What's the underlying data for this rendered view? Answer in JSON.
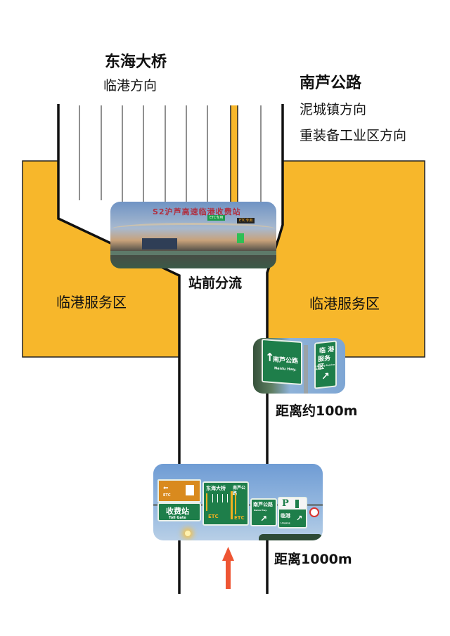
{
  "destinations": {
    "left": {
      "name": "东海大桥",
      "direction": "临港方向"
    },
    "right": {
      "name": "南芦公路",
      "directions": [
        "泥城镇方向",
        "重装备工业区方向"
      ]
    }
  },
  "zones": {
    "left_service_area": "临港服务区",
    "right_service_area": "临港服务区"
  },
  "photos": {
    "toll_station": {
      "sign_text": "S2沪芦高速临港收费站",
      "etc_lane_1": "ETC专用",
      "etc_lane_2": "ETC专用",
      "caption": "站前分流"
    },
    "sign_100m": {
      "main_sign": {
        "text": "南芦公路",
        "sub": "Nanlu Hwy."
      },
      "side_sign": {
        "text_line1": "临 港",
        "text_line2": "服务区",
        "sub": "Lingang Service Area"
      },
      "caption": "距离约100m"
    },
    "sign_1000m": {
      "toll_sign": {
        "top_label": "ETC",
        "text": "收费站",
        "sub": "Toll  Gate"
      },
      "lane_sign": {
        "left": "东海大桥",
        "right": "南芦公路",
        "etc_left": "ETC",
        "etc_right": "ETC"
      },
      "exit_sign": {
        "text": "南芦公路",
        "sub": "Nanlu Hwy."
      },
      "service_sign": {
        "icons": "P",
        "text": "临港",
        "sub": "Lingang"
      },
      "caption": "距离1000m"
    }
  },
  "colors": {
    "service_area": "#F7B72B",
    "road_line": "#111111",
    "arrow": "#EE5533",
    "sign_green": "#1E7E4A",
    "sign_orange": "#D98A1E",
    "sky": "#7BA7D6"
  },
  "arrow": {
    "direction": "up"
  }
}
